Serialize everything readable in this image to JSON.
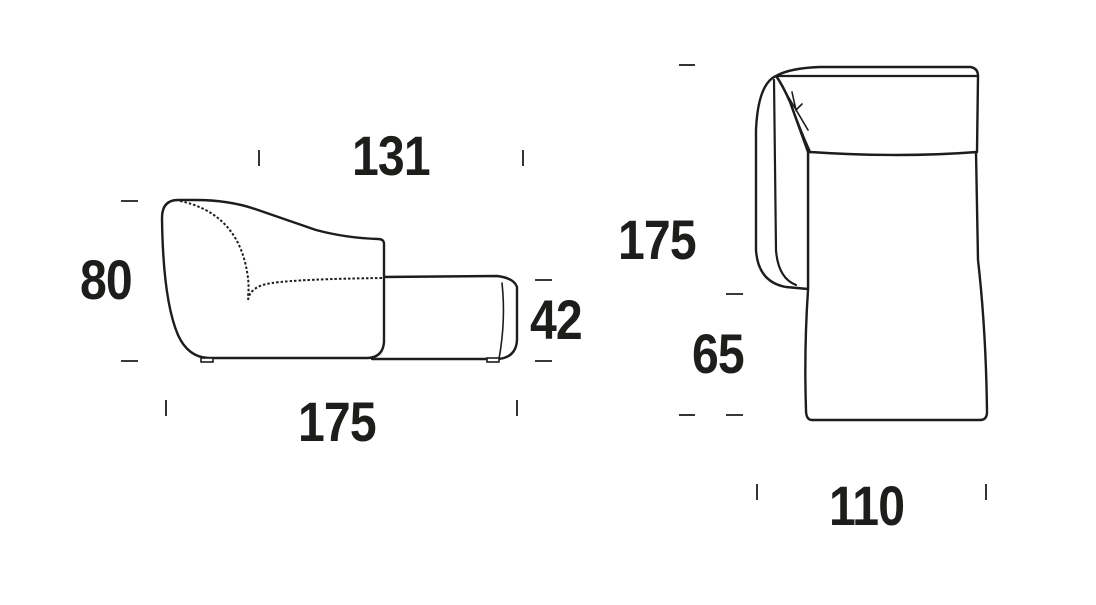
{
  "drawing": {
    "subject": "chaise lounge",
    "ink_color": "#1d1d1b",
    "background_color": "#ffffff",
    "views": {
      "side_view": {
        "dimensions": {
          "top_width": "131",
          "total_height": "80",
          "seat_height": "42",
          "total_length": "175"
        }
      },
      "top_view": {
        "dimensions": {
          "total_depth": "175",
          "seat_depth": "65",
          "total_width": "110"
        }
      }
    }
  }
}
